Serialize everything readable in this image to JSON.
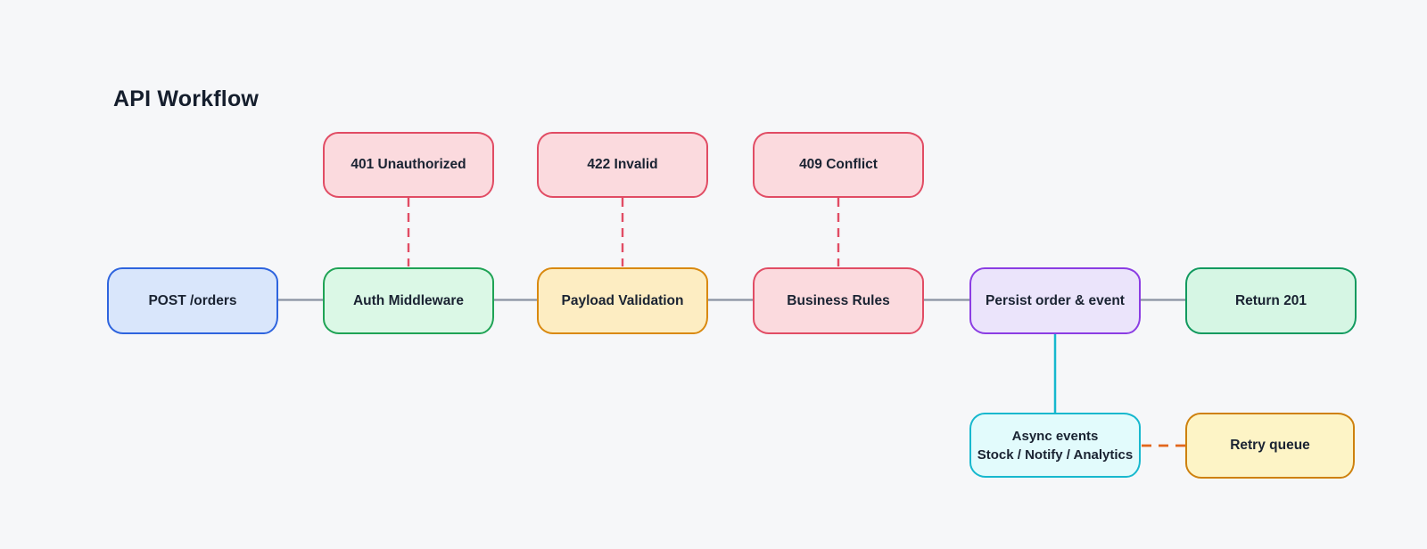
{
  "title": "API Workflow",
  "diagram": {
    "nodes": [
      {
        "id": "post-orders",
        "label": "POST /orders",
        "fill": "#d9e6fb",
        "stroke": "#2e64de"
      },
      {
        "id": "auth-middleware",
        "label": "Auth Middleware",
        "fill": "#dbf8e6",
        "stroke": "#1fa355"
      },
      {
        "id": "payload-validation",
        "label": "Payload Validation",
        "fill": "#fdedc2",
        "stroke": "#d9890f"
      },
      {
        "id": "business-rules",
        "label": "Business Rules",
        "fill": "#fbdade",
        "stroke": "#e14c64"
      },
      {
        "id": "persist-order-event",
        "label": "Persist order & event",
        "fill": "#ebe4fb",
        "stroke": "#8b3de3"
      },
      {
        "id": "return-201",
        "label": "Return 201",
        "fill": "#d6f6e4",
        "stroke": "#129a5f"
      },
      {
        "id": "error-401",
        "label": "401 Unauthorized",
        "fill": "#fbdade",
        "stroke": "#e14c64"
      },
      {
        "id": "error-422",
        "label": "422 Invalid",
        "fill": "#fbdade",
        "stroke": "#e14c64"
      },
      {
        "id": "error-409",
        "label": "409 Conflict",
        "fill": "#fbdade",
        "stroke": "#e14c64"
      },
      {
        "id": "async-events",
        "label_line1": "Async events",
        "label_line2": "Stock / Notify / Analytics",
        "fill": "#e2fbfc",
        "stroke": "#17b8ce"
      },
      {
        "id": "retry-queue",
        "label": "Retry queue",
        "fill": "#fdf4c6",
        "stroke": "#ce810e"
      }
    ],
    "edges": [
      {
        "from": "post-orders",
        "to": "auth-middleware",
        "style": "solid",
        "color": "#8a93a2"
      },
      {
        "from": "auth-middleware",
        "to": "payload-validation",
        "style": "solid",
        "color": "#8a93a2"
      },
      {
        "from": "payload-validation",
        "to": "business-rules",
        "style": "solid",
        "color": "#8a93a2"
      },
      {
        "from": "business-rules",
        "to": "persist-order-event",
        "style": "solid",
        "color": "#8a93a2"
      },
      {
        "from": "persist-order-event",
        "to": "return-201",
        "style": "solid",
        "color": "#8a93a2"
      },
      {
        "from": "error-401",
        "to": "auth-middleware",
        "style": "dashed",
        "color": "#e14c64"
      },
      {
        "from": "error-422",
        "to": "payload-validation",
        "style": "dashed",
        "color": "#e14c64"
      },
      {
        "from": "error-409",
        "to": "business-rules",
        "style": "dashed",
        "color": "#e14c64"
      },
      {
        "from": "persist-order-event",
        "to": "async-events",
        "style": "solid",
        "color": "#17b8ce"
      },
      {
        "from": "async-events",
        "to": "retry-queue",
        "style": "dashed",
        "color": "#e2661c"
      }
    ],
    "palette": {
      "background": "#f6f7f9",
      "text": "#1a2332",
      "title_text": "#151e2d",
      "connector_gray": "#8a93a2",
      "connector_red_dashed": "#e14c64",
      "connector_cyan": "#17b8ce",
      "connector_orange_dashed": "#e2661c"
    }
  }
}
